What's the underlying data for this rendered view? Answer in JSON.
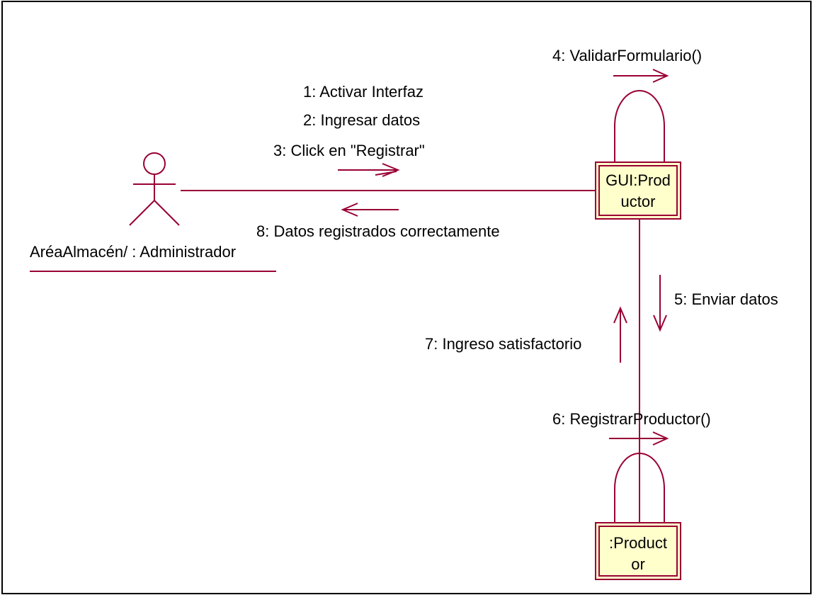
{
  "diagram": {
    "actor": {
      "name": "AréaAlmacén/ : Administrador"
    },
    "objects": {
      "gui": {
        "line1": "GUI:Prod",
        "line2": "uctor"
      },
      "producto": {
        "line1": ":Product",
        "line2": "or"
      }
    },
    "messages": {
      "m1": "1: Activar Interfaz",
      "m2": "2: Ingresar datos",
      "m3": "3: Click en \"Registrar\"",
      "m4": "4: ValidarFormulario()",
      "m5": "5: Enviar datos",
      "m6": "6: RegistrarProductor()",
      "m7": "7: Ingreso satisfactorio",
      "m8": "8: Datos registrados correctamente"
    },
    "colors": {
      "line": "#990033",
      "object_fill": "#ffffcc",
      "text": "#000000"
    }
  }
}
